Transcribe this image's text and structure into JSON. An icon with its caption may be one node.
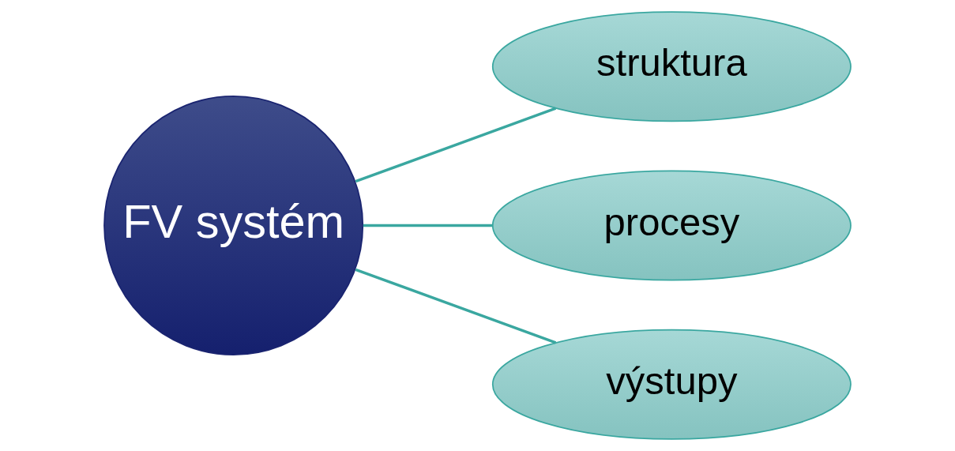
{
  "diagram": {
    "nodes": [
      {
        "text": [
          "FV systém"
        ]
      },
      {
        "text": [
          "struktura"
        ]
      },
      {
        "text": [
          "procesy"
        ]
      },
      {
        "text": [
          "výstupy"
        ]
      }
    ],
    "edges": [
      {
        "from": 0,
        "to": 1,
        "arrow": "none"
      },
      {
        "from": 0,
        "to": 2,
        "arrow": "none"
      },
      {
        "from": 0,
        "to": 3,
        "arrow": "none"
      }
    ]
  }
}
